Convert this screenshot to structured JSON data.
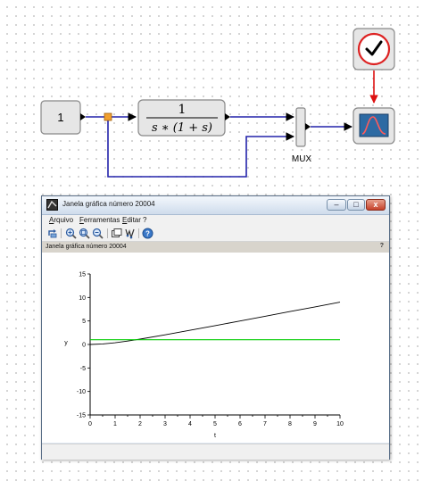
{
  "diagram": {
    "constant_block": {
      "value": "1"
    },
    "transfer_function": {
      "numerator": "1",
      "denominator": "s ∗ (1 + s)"
    },
    "mux": {
      "label": "MUX"
    },
    "clock_icon": "clock-icon",
    "scope_icon": "scope-display-icon",
    "colors": {
      "link": "#2222aa",
      "event_link": "#dd1111",
      "split_point": "#f0a030",
      "block_fill": "#e6e6e6",
      "block_border": "#888888"
    }
  },
  "window": {
    "title": "Janela gráfica número 20004",
    "menu": [
      "Arquivo",
      "Ferramentas",
      "Editar",
      "?"
    ],
    "toolbar_icons": [
      "rotate-icon",
      "zoom-in-icon",
      "zoom-area-icon",
      "zoom-out-icon",
      "datatip-icon",
      "edit-curve-icon",
      "help-icon"
    ],
    "subtitle": "Janela gráfica número 20004",
    "subtitle_help": "?",
    "controls": {
      "minimize": "–",
      "maximize": "□",
      "close": "x"
    }
  },
  "chart_data": {
    "type": "line",
    "xlabel": "t",
    "ylabel": "y",
    "xlim": [
      0,
      10
    ],
    "ylim": [
      -15,
      15
    ],
    "xticks": [
      0,
      0.5,
      1,
      1.5,
      2,
      2.5,
      3,
      3.5,
      4,
      4.5,
      5,
      5.5,
      6,
      6.5,
      7,
      7.5,
      8,
      8.5,
      9,
      9.5,
      10
    ],
    "xtick_labels": [
      "0",
      "1",
      "2",
      "3",
      "4",
      "5",
      "6",
      "7",
      "8",
      "9",
      "10"
    ],
    "yticks": [
      -15,
      -10,
      -5,
      0,
      5,
      10,
      15
    ],
    "grid": false,
    "series": [
      {
        "color": "#000000",
        "x": [
          0,
          0.5,
          1,
          1.5,
          2,
          3,
          4,
          5,
          6,
          7,
          8,
          9,
          10
        ],
        "y": [
          0,
          0.11,
          0.37,
          0.72,
          1.14,
          2.05,
          3.02,
          4.01,
          5.0,
          6.0,
          7.0,
          8.0,
          9.0
        ]
      },
      {
        "color": "#00cc00",
        "x": [
          0,
          10
        ],
        "y": [
          1,
          1
        ]
      }
    ]
  }
}
